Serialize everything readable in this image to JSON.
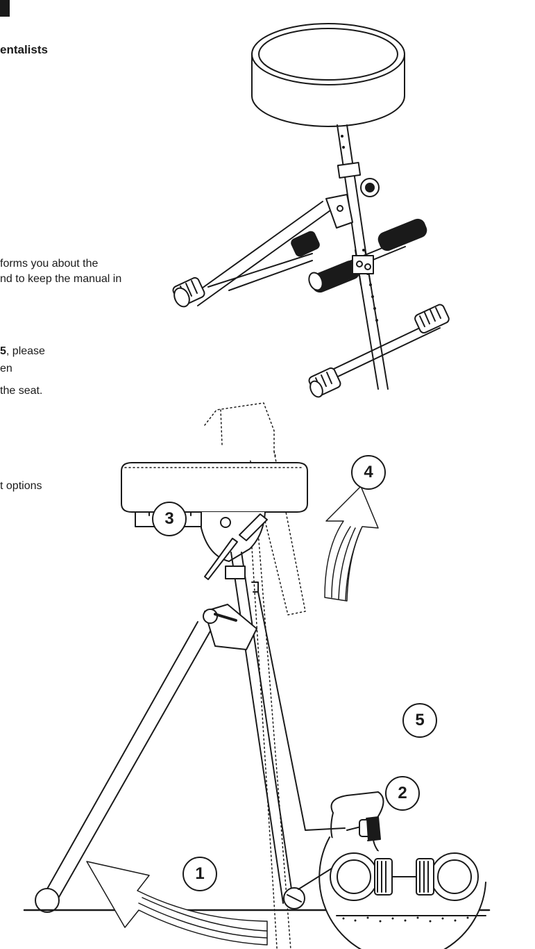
{
  "page": {
    "heading": "entalists",
    "paragraphs": [
      "forms you about the",
      "nd to keep the manual in",
      "5, please",
      "en",
      "the seat.",
      "t options"
    ],
    "bold_prefix": "5"
  },
  "callouts": [
    "1",
    "2",
    "3",
    "4",
    "5"
  ],
  "colors": {
    "ink": "#1a1a1a",
    "paper": "#ffffff"
  }
}
